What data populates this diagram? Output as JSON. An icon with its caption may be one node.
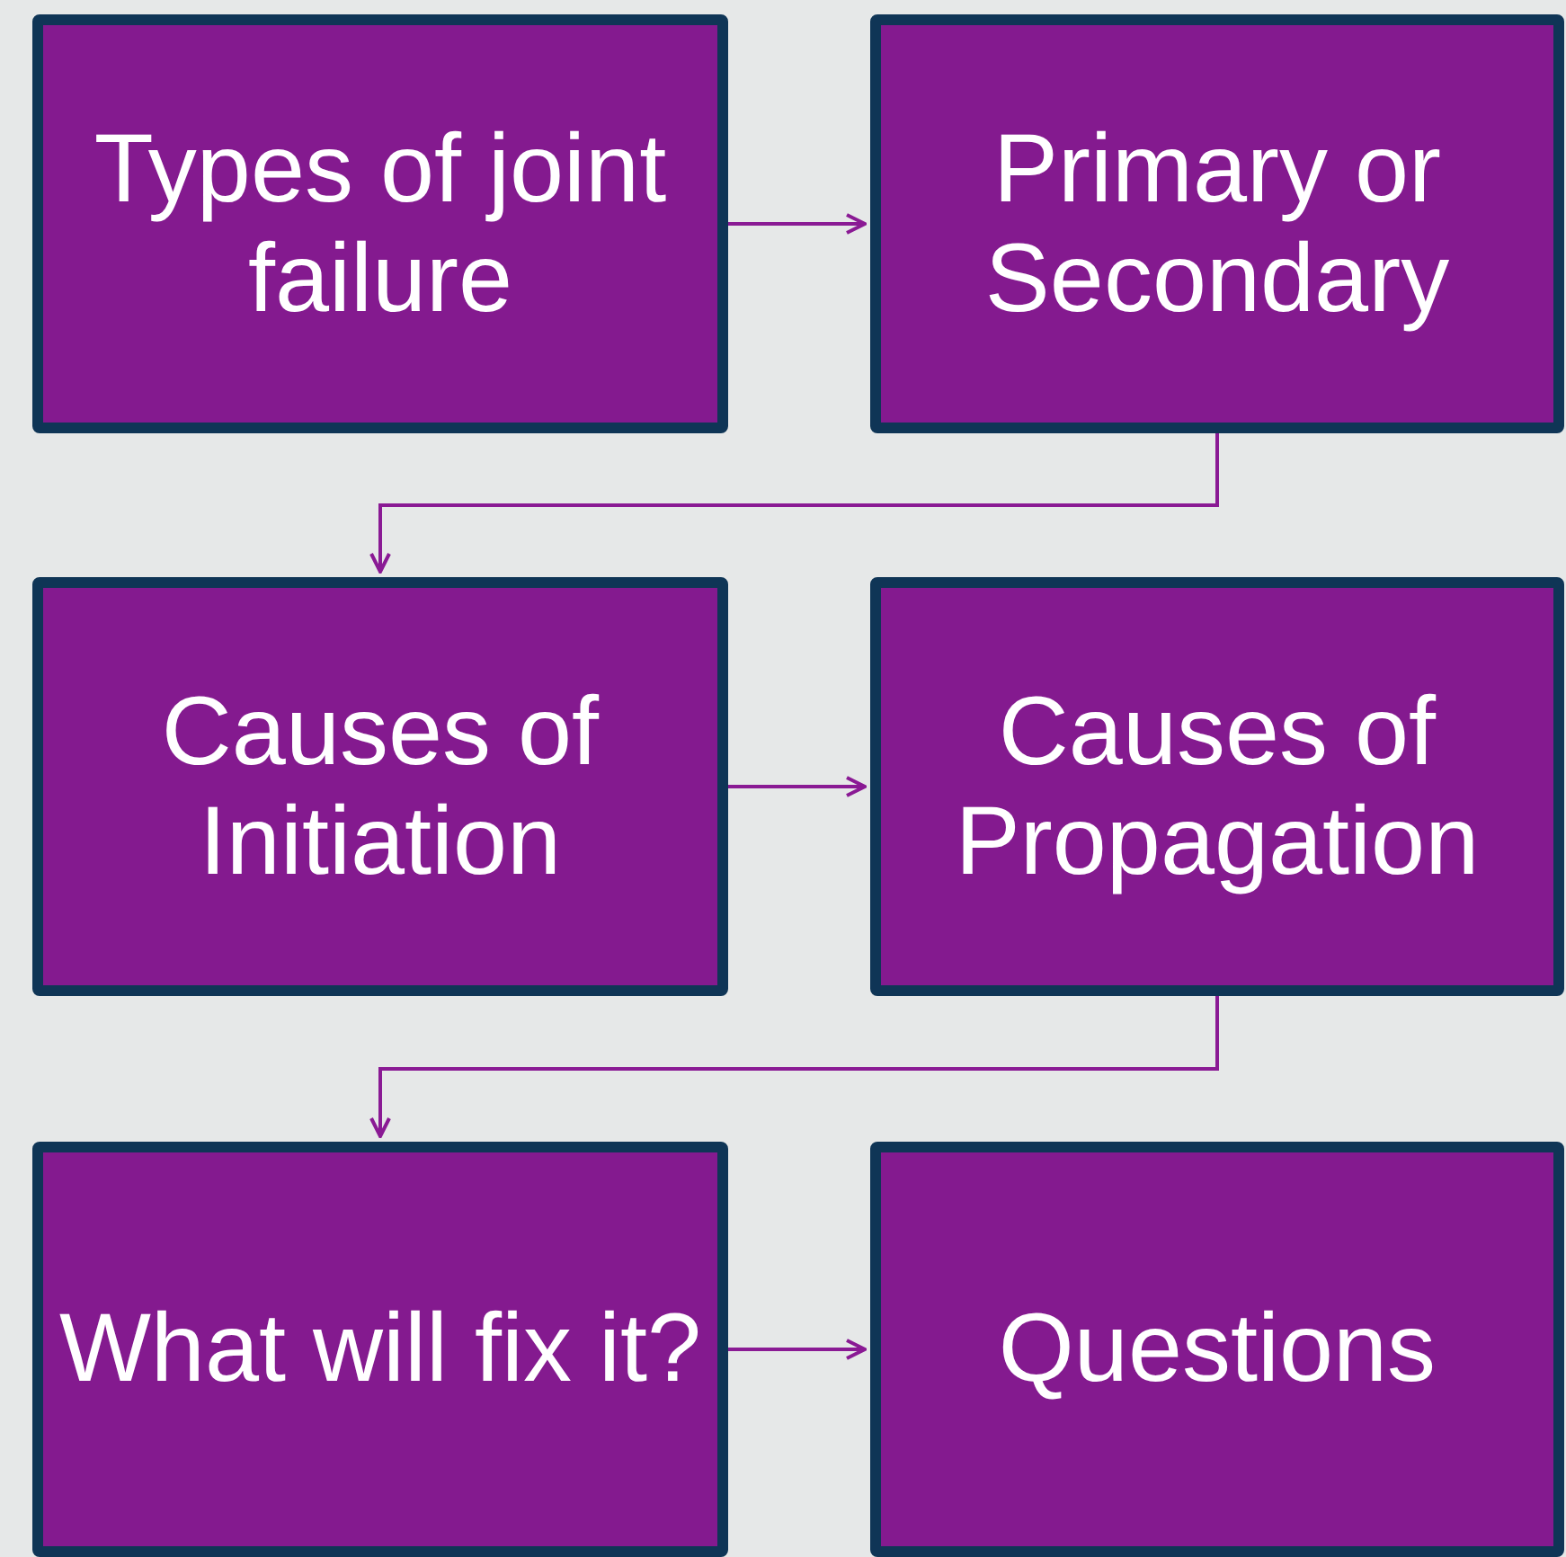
{
  "diagram": {
    "nodes": [
      {
        "text": [
          "Types of joint failure"
        ]
      },
      {
        "text": [
          "Primary or Secondary"
        ]
      },
      {
        "text": [
          "Causes of Initiation"
        ]
      },
      {
        "text": [
          "Causes of Propagation"
        ]
      },
      {
        "text": [
          "What will fix it?"
        ]
      },
      {
        "text": [
          "Questions"
        ]
      }
    ],
    "edges": [
      {
        "from": 0,
        "to": 1,
        "arrow": "to"
      },
      {
        "from": 1,
        "to": 2,
        "arrow": "to"
      },
      {
        "from": 2,
        "to": 3,
        "arrow": "to"
      },
      {
        "from": 3,
        "to": 4,
        "arrow": "to"
      },
      {
        "from": 4,
        "to": 5,
        "arrow": "to"
      }
    ]
  }
}
